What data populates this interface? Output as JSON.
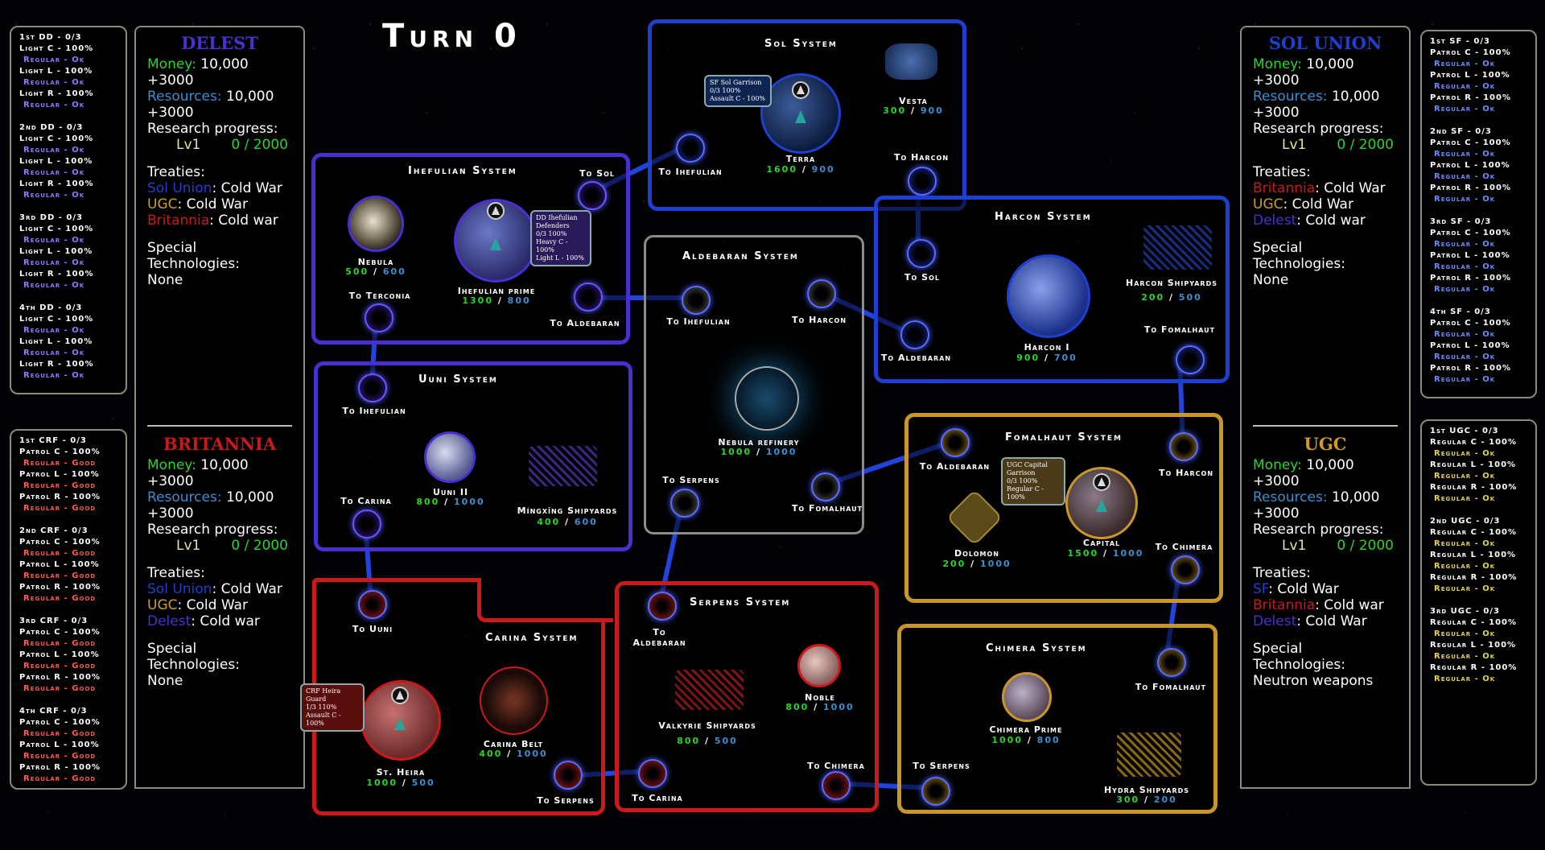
{
  "turn_title": "Turn 0",
  "colors": {
    "delest": "#4a2fd0",
    "britannia": "#c81a1a",
    "sol_union": "#1f3fd0",
    "ugc": "#d09a2a",
    "neutral": "#8b8b8b"
  },
  "fleets_left_top": [
    {
      "name": "1st DD - 0/3",
      "ships": [
        {
          "unit": "Light C - 100%",
          "status": "Regular - Ok"
        },
        {
          "unit": "Light L - 100%",
          "status": "Regular - Ok"
        },
        {
          "unit": "Light R - 100%",
          "status": "Regular - Ok"
        }
      ]
    },
    {
      "name": "2nd DD - 0/3",
      "ships": [
        {
          "unit": "Light C - 100%",
          "status": "Regular - Ok"
        },
        {
          "unit": "Light L - 100%",
          "status": "Regular - Ok"
        },
        {
          "unit": "Light R - 100%",
          "status": "Regular - Ok"
        }
      ]
    },
    {
      "name": "3rd DD - 0/3",
      "ships": [
        {
          "unit": "Light C - 100%",
          "status": "Regular - Ok"
        },
        {
          "unit": "Light L - 100%",
          "status": "Regular - Ok"
        },
        {
          "unit": "Light R - 100%",
          "status": "Regular - Ok"
        }
      ]
    },
    {
      "name": "4th DD - 0/3",
      "ships": [
        {
          "unit": "Light C - 100%",
          "status": "Regular - Ok"
        },
        {
          "unit": "Light L - 100%",
          "status": "Regular - Ok"
        },
        {
          "unit": "Light R - 100%",
          "status": "Regular - Ok"
        }
      ]
    }
  ],
  "fleets_left_bottom": [
    {
      "name": "1st CRF - 0/3",
      "ships": [
        {
          "unit": "Patrol C - 100%",
          "status": "Regular - Good"
        },
        {
          "unit": "Patrol L - 100%",
          "status": "Regular - Good"
        },
        {
          "unit": "Patrol R - 100%",
          "status": "Regular - Good"
        }
      ]
    },
    {
      "name": "2nd CRF - 0/3",
      "ships": [
        {
          "unit": "Patrol C - 100%",
          "status": "Regular - Good"
        },
        {
          "unit": "Patrol L - 100%",
          "status": "Regular - Good"
        },
        {
          "unit": "Patrol R - 100%",
          "status": "Regular - Good"
        }
      ]
    },
    {
      "name": "3rd CRF - 0/3",
      "ships": [
        {
          "unit": "Patrol C - 100%",
          "status": "Regular - Good"
        },
        {
          "unit": "Patrol L - 100%",
          "status": "Regular - Good"
        },
        {
          "unit": "Patrol R - 100%",
          "status": "Regular - Good"
        }
      ]
    },
    {
      "name": "4th CRF - 0/3",
      "ships": [
        {
          "unit": "Patrol C - 100%",
          "status": "Regular - Good"
        },
        {
          "unit": "Patrol L - 100%",
          "status": "Regular - Good"
        },
        {
          "unit": "Patrol R - 100%",
          "status": "Regular - Good"
        }
      ]
    }
  ],
  "fleets_right_top": [
    {
      "name": "1st SF - 0/3",
      "ships": [
        {
          "unit": "Patrol C - 100%",
          "status": "Regular - Ok"
        },
        {
          "unit": "Patrol L - 100%",
          "status": "Regular - Ok"
        },
        {
          "unit": "Patrol R - 100%",
          "status": "Regular - Ok"
        }
      ]
    },
    {
      "name": "2nd SF - 0/3",
      "ships": [
        {
          "unit": "Patrol C - 100%",
          "status": "Regular - Ok"
        },
        {
          "unit": "Patrol L - 100%",
          "status": "Regular - Ok"
        },
        {
          "unit": "Patrol R - 100%",
          "status": "Regular - Ok"
        }
      ]
    },
    {
      "name": "3rd SF - 0/3",
      "ships": [
        {
          "unit": "Patrol C - 100%",
          "status": "Regular - Ok"
        },
        {
          "unit": "Patrol L - 100%",
          "status": "Regular - Ok"
        },
        {
          "unit": "Patrol R - 100%",
          "status": "Regular - Ok"
        }
      ]
    },
    {
      "name": "4th SF - 0/3",
      "ships": [
        {
          "unit": "Patrol C - 100%",
          "status": "Regular - Ok"
        },
        {
          "unit": "Patrol L - 100%",
          "status": "Regular - Ok"
        },
        {
          "unit": "Patrol R - 100%",
          "status": "Regular - Ok"
        }
      ]
    }
  ],
  "fleets_right_bottom": [
    {
      "name": "1st UGC - 0/3",
      "ships": [
        {
          "unit": "Regular C - 100%",
          "status": "Regular - Ok"
        },
        {
          "unit": "Regular L - 100%",
          "status": "Regular - Ok"
        },
        {
          "unit": "Regular R - 100%",
          "status": "Regular - Ok"
        }
      ]
    },
    {
      "name": "2nd UGC - 0/3",
      "ships": [
        {
          "unit": "Regular C - 100%",
          "status": "Regular - Ok"
        },
        {
          "unit": "Regular L - 100%",
          "status": "Regular - Ok"
        },
        {
          "unit": "Regular R - 100%",
          "status": "Regular - Ok"
        }
      ]
    },
    {
      "name": "3rd UGC - 0/3",
      "ships": [
        {
          "unit": "Regular C - 100%",
          "status": "Regular - Ok"
        },
        {
          "unit": "Regular L - 100%",
          "status": "Regular - Ok"
        },
        {
          "unit": "Regular R - 100%",
          "status": "Regular - Ok"
        }
      ]
    }
  ],
  "factions": {
    "delest": {
      "name": "DELEST",
      "money_label": "Money:",
      "money": "10,000",
      "money_income": "+3000",
      "res_label": "Resources:",
      "resources": "10,000",
      "res_income": "+3000",
      "research_label": "Research progress:",
      "level": "Lv1",
      "progress": "0 / 2000",
      "treaties_label": "Treaties:",
      "treaties": [
        {
          "party": "Sol Union",
          "state": ": Cold War",
          "color": "#1f3fd0"
        },
        {
          "party": "UGC",
          "state": ": Cold War",
          "color": "#c9a02a"
        },
        {
          "party": "Britannia",
          "state": ": Cold war",
          "color": "#c81a1a"
        }
      ],
      "tech_label": "Special Technologies:",
      "tech": "None"
    },
    "britannia": {
      "name": "BRITANNIA",
      "money_label": "Money:",
      "money": "10,000",
      "money_income": "+3000",
      "res_label": "Resources:",
      "resources": "10,000",
      "res_income": "+3000",
      "research_label": "Research progress:",
      "level": "Lv1",
      "progress": "0 / 2000",
      "treaties_label": "Treaties:",
      "treaties": [
        {
          "party": "Sol Union",
          "state": ": Cold War",
          "color": "#1f3fd0"
        },
        {
          "party": "UGC",
          "state": ": Cold War",
          "color": "#c9a02a"
        },
        {
          "party": "Delest",
          "state": ": Cold war",
          "color": "#4a2fd0"
        }
      ],
      "tech_label": "Special Technologies:",
      "tech": "None"
    },
    "sol_union": {
      "name": "SOL UNION",
      "money_label": "Money:",
      "money": "10,000",
      "money_income": "+3000",
      "res_label": "Resources:",
      "resources": "10,000",
      "res_income": "+3000",
      "research_label": "Research progress:",
      "level": "Lv1",
      "progress": "0 / 2000",
      "treaties_label": "Treaties:",
      "treaties": [
        {
          "party": "Britannia",
          "state": ": Cold War",
          "color": "#c81a1a"
        },
        {
          "party": "UGC",
          "state": ": Cold War",
          "color": "#c9a02a"
        },
        {
          "party": "Delest",
          "state": ": Cold war",
          "color": "#4a2fd0"
        }
      ],
      "tech_label": "Special Technologies:",
      "tech": "None"
    },
    "ugc": {
      "name": "UGC",
      "money_label": "Money:",
      "money": "10,000",
      "money_income": "+3000",
      "res_label": "Resources:",
      "resources": "10,000",
      "res_income": "+3000",
      "research_label": "Research progress:",
      "level": "Lv1",
      "progress": "0 / 2000",
      "treaties_label": "Treaties:",
      "treaties": [
        {
          "party": "SF",
          "state": ":  Cold War",
          "color": "#1f3fd0"
        },
        {
          "party": "Britannia",
          "state": ": Cold war",
          "color": "#c81a1a"
        },
        {
          "party": "Delest",
          "state": ": Cold War",
          "color": "#4a2fd0"
        }
      ],
      "tech_label": "Special Technologies:",
      "tech": "Neutron weapons"
    }
  },
  "systems": {
    "sol": {
      "title": "Sol System",
      "bodies": [
        {
          "name": "Terra",
          "a": "1600",
          "b": "900"
        },
        {
          "name": "Vesta",
          "a": "300",
          "b": "900"
        }
      ],
      "links": [
        "To Ihefulian",
        "To Harcon"
      ],
      "garrison": [
        "SF Sol Garrison",
        "0/3 100%",
        "Assault C - 100%"
      ]
    },
    "ihefulian": {
      "title": "Ihefulian System",
      "bodies": [
        {
          "name": "Nebula",
          "a": "500",
          "b": "600"
        },
        {
          "name": "Ihefulian prime",
          "a": "1300",
          "b": "800"
        }
      ],
      "links": [
        "To Sol",
        "To Terconia",
        "To Aldebaran"
      ],
      "garrison": [
        "DD Ihefulian",
        "Defenders",
        "0/3 100%",
        "Heavy C - 100%",
        "Light L - 100%"
      ]
    },
    "aldebaran": {
      "title": "Aldebaran System",
      "bodies": [
        {
          "name": "Nebula refinery",
          "a": "1000",
          "b": "1000"
        }
      ],
      "links": [
        "To Ihefulian",
        "To Harcon",
        "To Serpens",
        "To Fomalhaut"
      ]
    },
    "harcon": {
      "title": "Harcon System",
      "bodies": [
        {
          "name": "Harcon I",
          "a": "900",
          "b": "700"
        },
        {
          "name": "Harcon Shipyards",
          "a": "200",
          "b": "500"
        }
      ],
      "links": [
        "To Sol",
        "To Aldebaran",
        "To Fomalhaut"
      ]
    },
    "uuni": {
      "title": "Uuni System",
      "bodies": [
        {
          "name": "Uuni II",
          "a": "800",
          "b": "1000"
        },
        {
          "name": "Míngxīng Shipyards",
          "a": "400",
          "b": "600"
        }
      ],
      "links": [
        "To Ihefulian",
        "To Carina"
      ]
    },
    "fomalhaut": {
      "title": "Fomalhaut System",
      "bodies": [
        {
          "name": "Dolomon",
          "a": "200",
          "b": "1000"
        },
        {
          "name": "Capital",
          "a": "1500",
          "b": "1000"
        }
      ],
      "links": [
        "To Aldebaran",
        "To Harcon",
        "To Chimera"
      ],
      "garrison": [
        "UGC Capital",
        "Garrison",
        "0/3 100%",
        "Regular C - 100%"
      ]
    },
    "carina": {
      "title": "Carina System",
      "bodies": [
        {
          "name": "St. Heira",
          "a": "1000",
          "b": "500"
        },
        {
          "name": "Carina Belt",
          "a": "400",
          "b": "1000"
        }
      ],
      "links": [
        "To Uuni",
        "To Serpens"
      ],
      "garrison": [
        "CRF Heira Guard",
        "1/3 110%",
        "Assault C - 100%"
      ]
    },
    "serpens": {
      "title": "Serpens System",
      "bodies": [
        {
          "name": "Noble",
          "a": "800",
          "b": "1000"
        },
        {
          "name": "Valkyrie Shipyards",
          "a": "800",
          "b": "500"
        }
      ],
      "links": [
        "To Aldebaran",
        "To Carina",
        "To Chimera"
      ]
    },
    "chimera": {
      "title": "Chimera System",
      "bodies": [
        {
          "name": "Chimera Prime",
          "a": "1000",
          "b": "800"
        },
        {
          "name": "Hydra Shipyards",
          "a": "300",
          "b": "200"
        }
      ],
      "links": [
        "To Fomalhaut",
        "To Serpens"
      ]
    }
  }
}
